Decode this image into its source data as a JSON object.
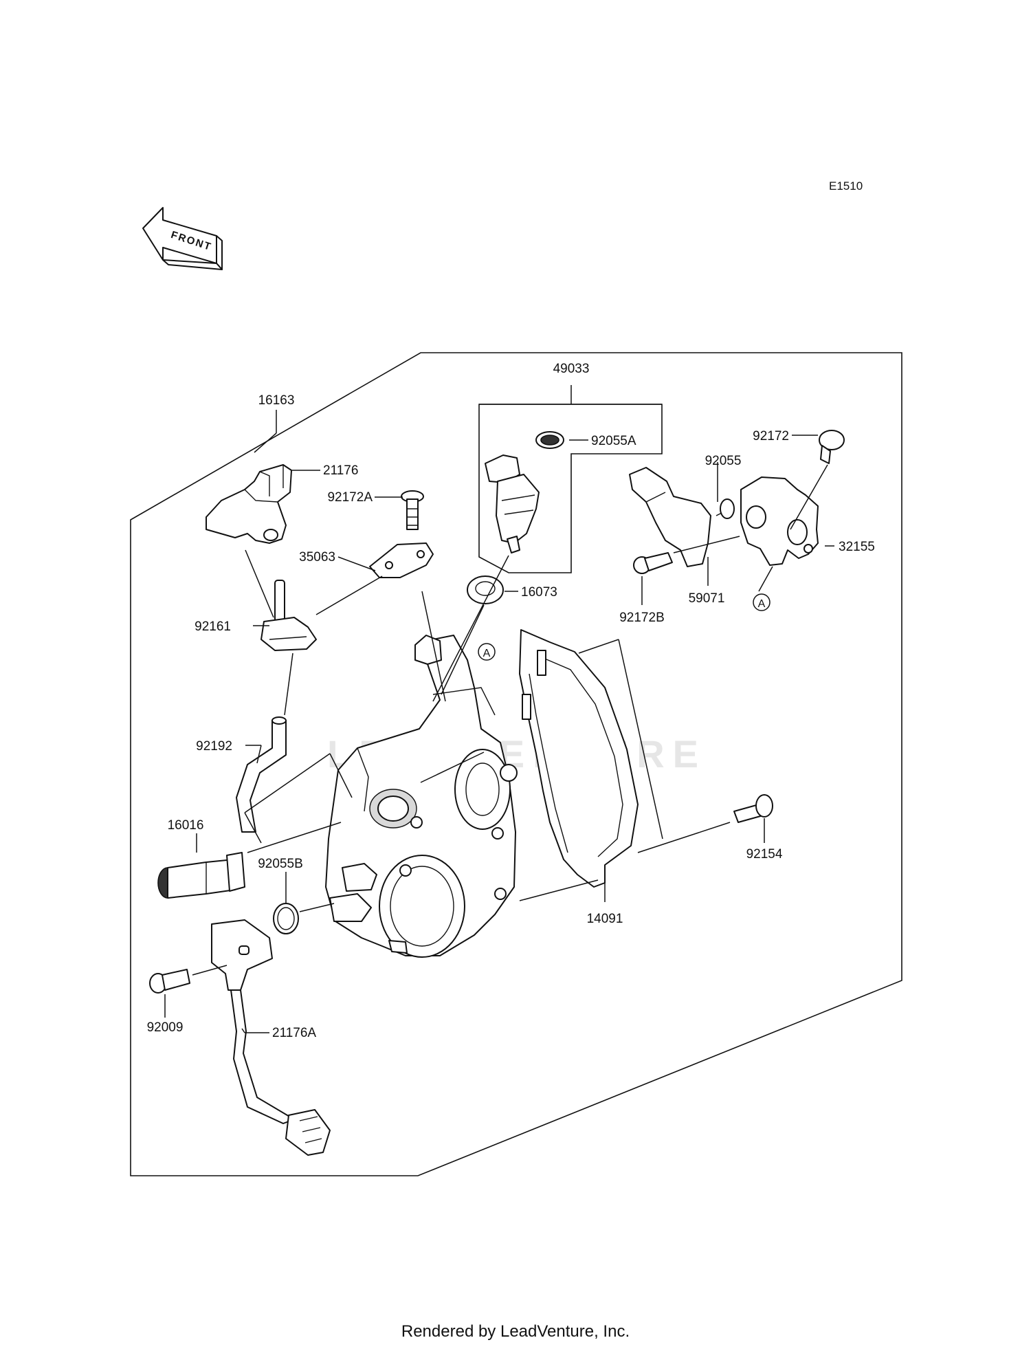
{
  "diagram_code": "E1510",
  "front_arrow_label": "FRONT",
  "footer": "Rendered by LeadVenture, Inc.",
  "watermark": "LEADVENTURE",
  "callouts": {
    "p16163": "16163",
    "p21176": "21176",
    "p92172A": "92172A",
    "p35063": "35063",
    "p92161": "92161",
    "p92192": "92192",
    "p16016": "16016",
    "p92055B": "92055B",
    "p92009": "92009",
    "p21176A": "21176A",
    "p49033": "49033",
    "p92055A": "92055A",
    "p16073": "16073",
    "p92172": "92172",
    "p92055": "92055",
    "p32155": "32155",
    "p59071": "59071",
    "p92172B": "92172B",
    "p92154": "92154",
    "p14091": "14091"
  },
  "ref_markers": {
    "a_top_right": "A",
    "a_center": "A"
  }
}
